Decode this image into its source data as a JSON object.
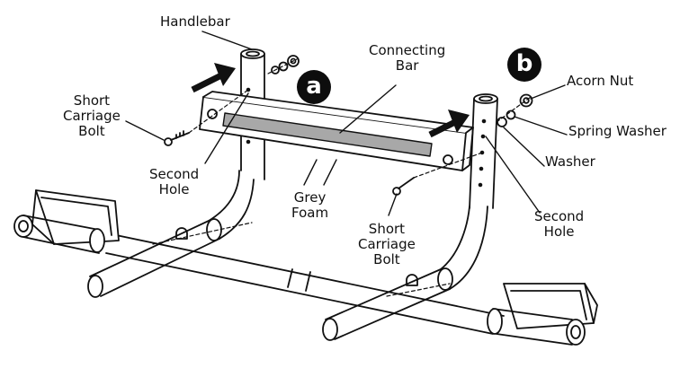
{
  "badges": {
    "a": "a",
    "b": "b"
  },
  "labels": {
    "handlebar": "Handlebar",
    "connecting_bar": [
      "Connecting",
      "Bar"
    ],
    "acorn_nut": "Acorn Nut",
    "spring_washer": "Spring Washer",
    "washer": "Washer",
    "short_carriage_bolt_left": [
      "Short",
      "Carriage",
      "Bolt"
    ],
    "second_hole_left": [
      "Second",
      "Hole"
    ],
    "grey_foam": [
      "Grey",
      "Foam"
    ],
    "short_carriage_bolt_center": [
      "Short",
      "Carriage",
      "Bolt"
    ],
    "second_hole_right": [
      "Second",
      "Hole"
    ]
  },
  "colors": {
    "line": "#111111",
    "foam": "#a8a8a8",
    "badge": "#0d0d0d"
  }
}
